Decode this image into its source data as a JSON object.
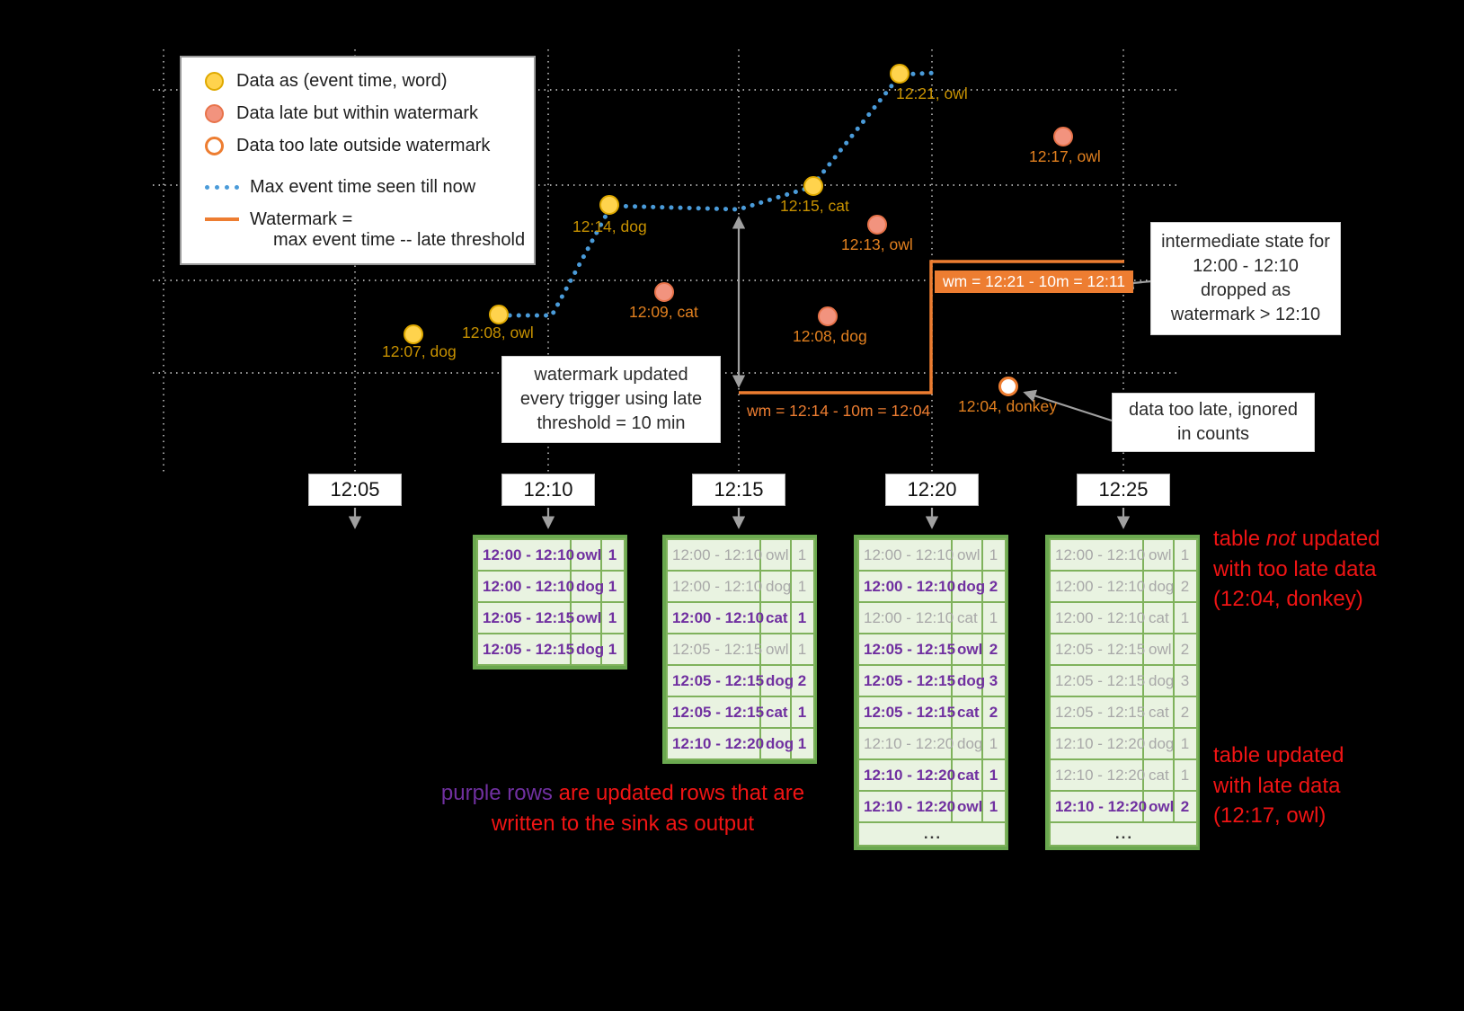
{
  "colors": {
    "background": "#000000",
    "on_time_point": "#FFD34D",
    "on_time_label": "#C79100",
    "late_point": "#F2937E",
    "late_label": "#E2801F",
    "watermark_orange": "#ED7D31",
    "max_event_time_blue": "#4A9BD9",
    "table_green": "#6AA84F",
    "updated_row_purple": "#7030A0",
    "stale_row_gray": "#A8A8A8",
    "annotation_red": "#F01414"
  },
  "legend": {
    "on_time": "Data as (event time, word)",
    "late": "Data late but within watermark",
    "too_late": "Data too late outside watermark",
    "max_event": "Max event time seen till now",
    "watermark_line1": "Watermark =",
    "watermark_line2": "max event time -- late threshold"
  },
  "points": {
    "on_time": [
      {
        "label": "12:07, dog"
      },
      {
        "label": "12:08, owl"
      },
      {
        "label": "12:14, dog"
      },
      {
        "label": "12:15, cat"
      },
      {
        "label": "12:21, owl"
      }
    ],
    "late": [
      {
        "label": "12:09, cat"
      },
      {
        "label": "12:08, dog"
      },
      {
        "label": "12:13, owl"
      },
      {
        "label": "12:17, owl"
      }
    ],
    "too_late": [
      {
        "label": "12:04, donkey"
      }
    ]
  },
  "watermark_labels": {
    "first": "wm = 12:14 - 10m = 12:04",
    "second": "wm = 12:21 - 10m = 12:11"
  },
  "callouts": {
    "watermark_update": "watermark updated every trigger using late threshold = 10 min",
    "intermediate_state": "intermediate state for 12:00 - 12:10 dropped as watermark > 12:10",
    "too_late": "data too late, ignored in counts"
  },
  "annotations": {
    "purple_rows_highlight": "purple rows",
    "purple_rows_rest": " are updated rows that are written to the sink as output",
    "not_updated_pre": "table ",
    "not_updated_em": "not",
    "not_updated_post": " updated with too late data (12:04, donkey)",
    "updated_late": "table updated with late data (12:17, owl)"
  },
  "axis_ticks": [
    "12:05",
    "12:10",
    "12:15",
    "12:20",
    "12:25"
  ],
  "ellipsis": "...",
  "result_tables": [
    {
      "trigger": "12:10",
      "rows": [
        {
          "window": "12:00 - 12:10",
          "word": "owl",
          "count": "1",
          "updated": true
        },
        {
          "window": "12:00 - 12:10",
          "word": "dog",
          "count": "1",
          "updated": true
        },
        {
          "window": "12:05 - 12:15",
          "word": "owl",
          "count": "1",
          "updated": true
        },
        {
          "window": "12:05 - 12:15",
          "word": "dog",
          "count": "1",
          "updated": true
        }
      ],
      "has_ellipsis": false
    },
    {
      "trigger": "12:15",
      "rows": [
        {
          "window": "12:00 - 12:10",
          "word": "owl",
          "count": "1",
          "updated": false
        },
        {
          "window": "12:00 - 12:10",
          "word": "dog",
          "count": "1",
          "updated": false
        },
        {
          "window": "12:00 - 12:10",
          "word": "cat",
          "count": "1",
          "updated": true
        },
        {
          "window": "12:05 - 12:15",
          "word": "owl",
          "count": "1",
          "updated": false
        },
        {
          "window": "12:05 - 12:15",
          "word": "dog",
          "count": "2",
          "updated": true
        },
        {
          "window": "12:05 - 12:15",
          "word": "cat",
          "count": "1",
          "updated": true
        },
        {
          "window": "12:10 - 12:20",
          "word": "dog",
          "count": "1",
          "updated": true
        }
      ],
      "has_ellipsis": false
    },
    {
      "trigger": "12:20",
      "rows": [
        {
          "window": "12:00 - 12:10",
          "word": "owl",
          "count": "1",
          "updated": false
        },
        {
          "window": "12:00 - 12:10",
          "word": "dog",
          "count": "2",
          "updated": true
        },
        {
          "window": "12:00 - 12:10",
          "word": "cat",
          "count": "1",
          "updated": false
        },
        {
          "window": "12:05 - 12:15",
          "word": "owl",
          "count": "2",
          "updated": true
        },
        {
          "window": "12:05 - 12:15",
          "word": "dog",
          "count": "3",
          "updated": true
        },
        {
          "window": "12:05 - 12:15",
          "word": "cat",
          "count": "2",
          "updated": true
        },
        {
          "window": "12:10 - 12:20",
          "word": "dog",
          "count": "1",
          "updated": false
        },
        {
          "window": "12:10 - 12:20",
          "word": "cat",
          "count": "1",
          "updated": true
        },
        {
          "window": "12:10 - 12:20",
          "word": "owl",
          "count": "1",
          "updated": true
        }
      ],
      "has_ellipsis": true
    },
    {
      "trigger": "12:25",
      "rows": [
        {
          "window": "12:00 - 12:10",
          "word": "owl",
          "count": "1",
          "updated": false
        },
        {
          "window": "12:00 - 12:10",
          "word": "dog",
          "count": "2",
          "updated": false
        },
        {
          "window": "12:00 - 12:10",
          "word": "cat",
          "count": "1",
          "updated": false
        },
        {
          "window": "12:05 - 12:15",
          "word": "owl",
          "count": "2",
          "updated": false
        },
        {
          "window": "12:05 - 12:15",
          "word": "dog",
          "count": "3",
          "updated": false
        },
        {
          "window": "12:05 - 12:15",
          "word": "cat",
          "count": "2",
          "updated": false
        },
        {
          "window": "12:10 - 12:20",
          "word": "dog",
          "count": "1",
          "updated": false
        },
        {
          "window": "12:10 - 12:20",
          "word": "cat",
          "count": "1",
          "updated": false
        },
        {
          "window": "12:10 - 12:20",
          "word": "owl",
          "count": "2",
          "updated": true
        }
      ],
      "has_ellipsis": true
    }
  ]
}
